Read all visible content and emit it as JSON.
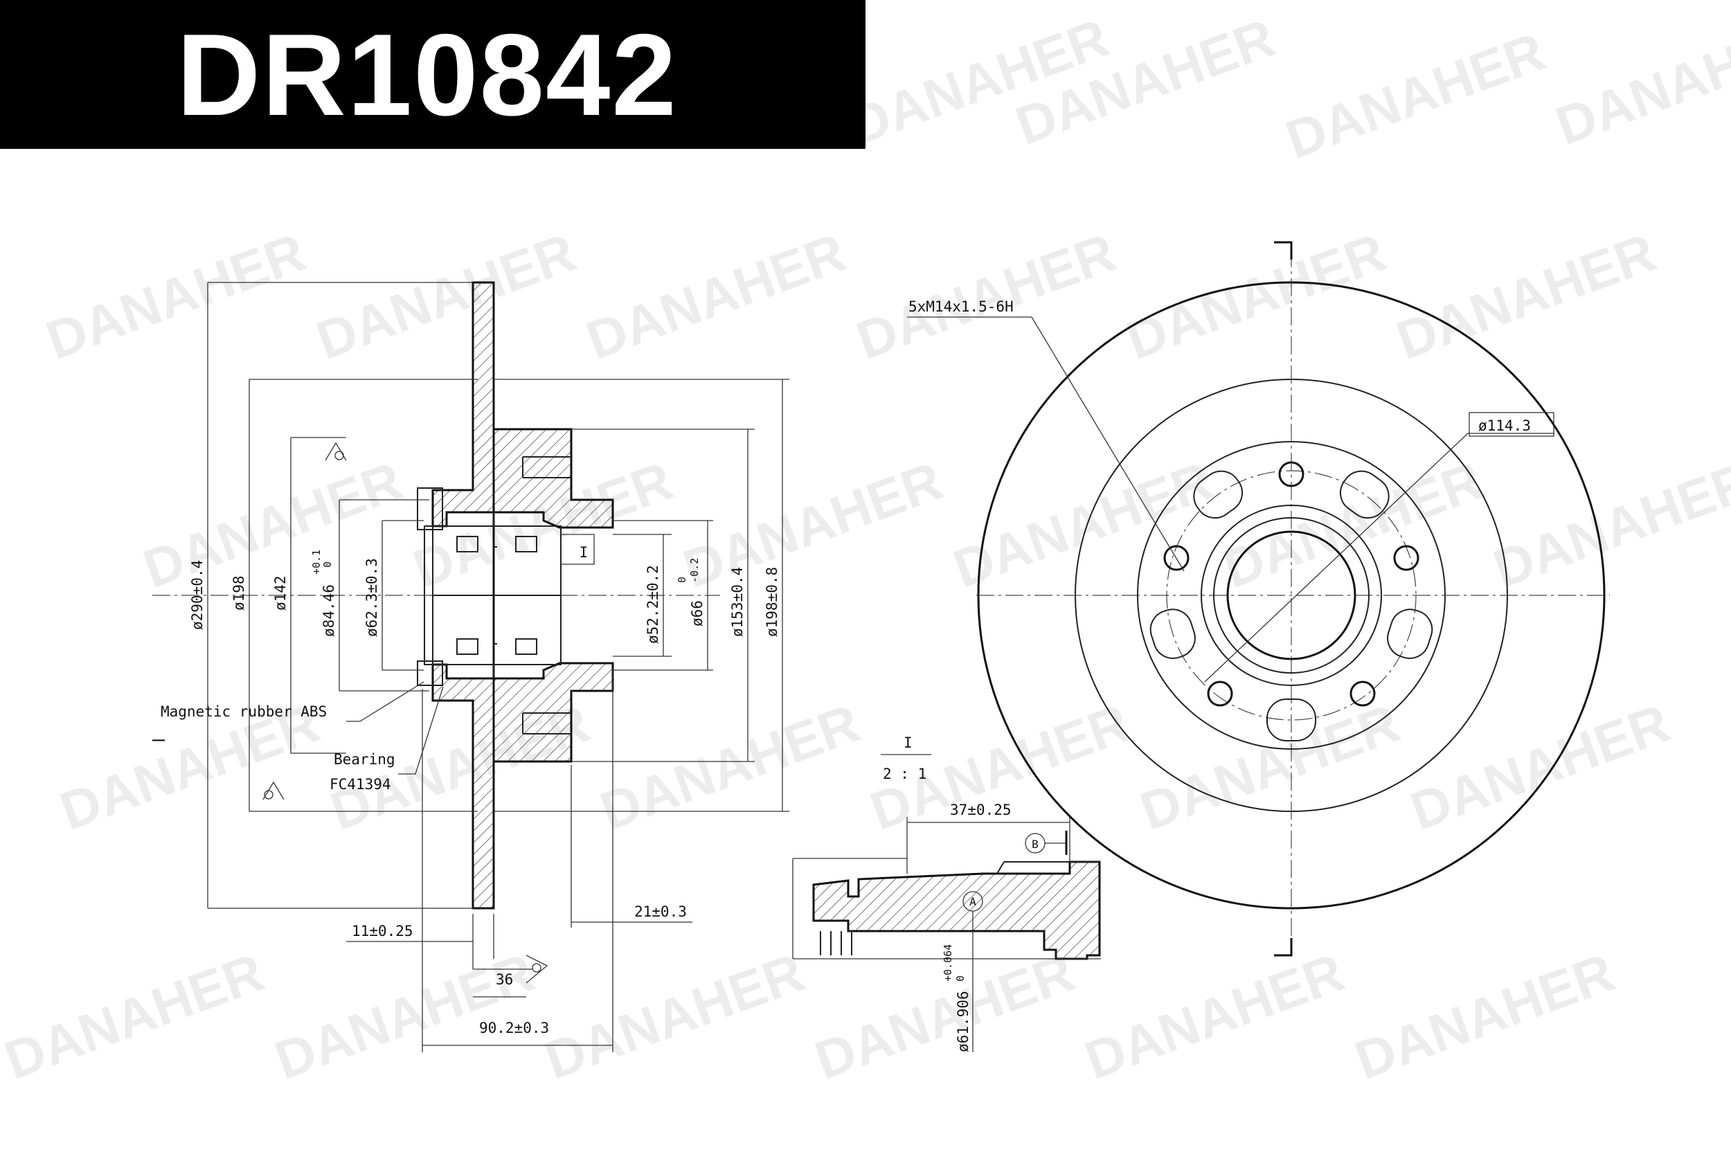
{
  "part_number": "DR10842",
  "watermark": "DANAHER",
  "section_view": {
    "labels": {
      "abs": "Magnetic rubber ABS",
      "bearing": "Bearing",
      "bearing_code": "FC41394",
      "detail_ref": "I",
      "minus_marker": "–"
    },
    "dims": {
      "d290": "ø290±0.4",
      "d198": "ø198",
      "d142": "ø142",
      "d84": "ø84.46",
      "d84_tol_upper": "+0.1",
      "d84_tol_lower": "0",
      "d62": "ø62.3±0.3",
      "d52": "ø52.2±0.2",
      "d66": "ø66",
      "d66_tol_upper": "0",
      "d66_tol_lower": "-0.2",
      "d153": "ø153±0.4",
      "d198b": "ø198±0.8",
      "t11": "11±0.25",
      "t21": "21±0.3",
      "t36": "36",
      "t90": "90.2±0.3"
    }
  },
  "front_view": {
    "thread": "5xM14x1.5-6H",
    "pcd": "ø114.3"
  },
  "detail_view": {
    "ref": "I",
    "scale": "2 : 1",
    "dim37": "37±0.25",
    "datum_a": "A",
    "datum_b": "B",
    "d61": "ø61.906",
    "d61_tol_upper": "+0.064",
    "d61_tol_lower": "0"
  },
  "colors": {
    "title_bg": "#000000",
    "title_fg": "#ffffff",
    "line": "#222222"
  }
}
